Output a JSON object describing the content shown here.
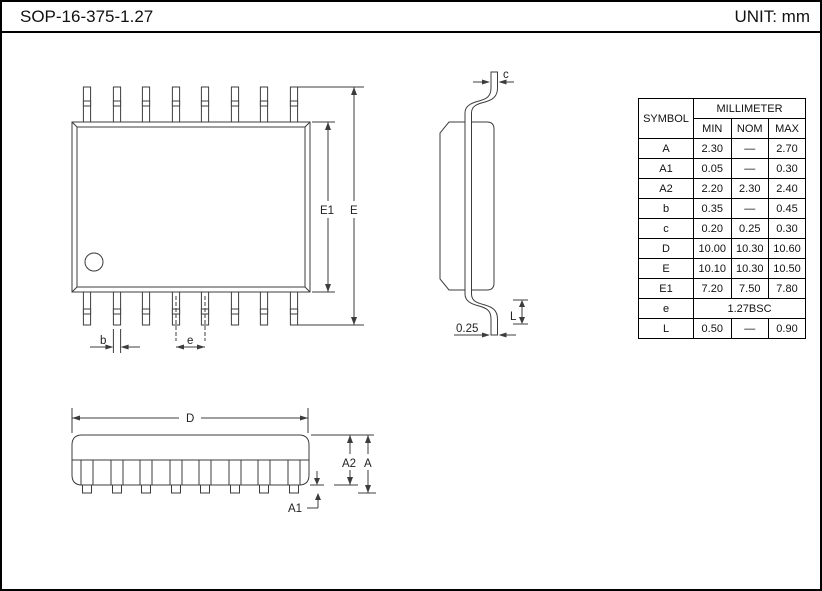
{
  "header": {
    "title": "SOP-16-375-1.27",
    "unit": "UNIT: mm"
  },
  "dim_table": {
    "symbol_header": "SYMBOL",
    "unit_group_header": "MILLIMETER",
    "columns": {
      "min": "MIN",
      "nom": "NOM",
      "max": "MAX"
    },
    "rows": [
      {
        "symbol": "A",
        "min": "2.30",
        "nom": "—",
        "max": "2.70"
      },
      {
        "symbol": "A1",
        "min": "0.05",
        "nom": "—",
        "max": "0.30"
      },
      {
        "symbol": "A2",
        "min": "2.20",
        "nom": "2.30",
        "max": "2.40"
      },
      {
        "symbol": "b",
        "min": "0.35",
        "nom": "—",
        "max": "0.45"
      },
      {
        "symbol": "c",
        "min": "0.20",
        "nom": "0.25",
        "max": "0.30"
      },
      {
        "symbol": "D",
        "min": "10.00",
        "nom": "10.30",
        "max": "10.60"
      },
      {
        "symbol": "E",
        "min": "10.10",
        "nom": "10.30",
        "max": "10.50"
      },
      {
        "symbol": "E1",
        "min": "7.20",
        "nom": "7.50",
        "max": "7.80"
      },
      {
        "symbol": "e",
        "span": "1.27BSC"
      },
      {
        "symbol": "L",
        "min": "0.50",
        "nom": "—",
        "max": "0.90"
      }
    ]
  },
  "drawing_labels": {
    "top_view": {
      "e1": "E1",
      "e": "E",
      "b": "b",
      "pitch": "e"
    },
    "side_view": {
      "c": "c",
      "l": "L",
      "gauge": "0.25"
    },
    "front_view": {
      "d": "D",
      "a2": "A2",
      "a": "A",
      "a1": "A1"
    }
  }
}
